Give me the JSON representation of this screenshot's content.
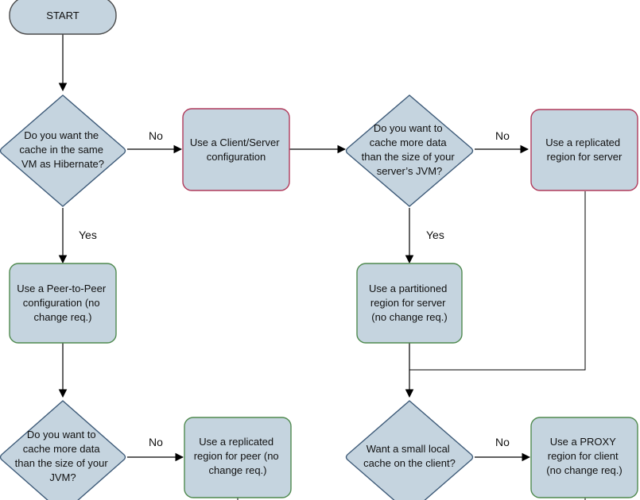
{
  "diagram": {
    "start": "START",
    "decision_hibernate": [
      "Do you want the",
      "cache in the same",
      "VM as Hibernate?"
    ],
    "box_client_server": [
      "Use a Client/Server",
      "configuration"
    ],
    "decision_server_jvm": [
      "Do you want to",
      "cache more data",
      "than the size of your",
      "server’s JVM?"
    ],
    "box_replicated_server": [
      "Use a replicated",
      "region for server"
    ],
    "box_peer_to_peer": [
      "Use a Peer-to-Peer",
      "configuration (no",
      "change req.)"
    ],
    "box_partitioned_server": [
      "Use a partitioned",
      "region for server",
      "(no change req.)"
    ],
    "decision_jvm": [
      "Do you want to",
      "cache more data",
      "than the size of your",
      "JVM?"
    ],
    "box_replicated_peer": [
      "Use a replicated",
      "region for peer (no",
      "change req.)"
    ],
    "decision_local_cache": [
      "Want a small local",
      "cache on the client?"
    ],
    "box_proxy_client": [
      "Use a PROXY",
      "region for client",
      "(no change req.)"
    ],
    "edge_labels": {
      "no_1": "No",
      "yes_1": "Yes",
      "no_2": "No",
      "yes_2": "Yes",
      "no_3": "No",
      "no_4": "No"
    },
    "colors": {
      "shape_fill": "#c5d4df",
      "border_dark": "#4a4a4a",
      "border_red": "#b03a5b",
      "border_green": "#4f8a4f"
    }
  }
}
